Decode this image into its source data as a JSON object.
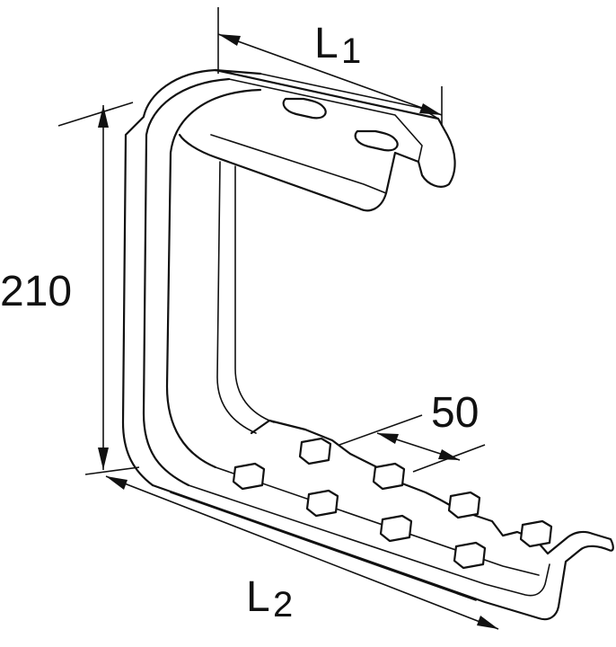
{
  "dimensions": {
    "l1": {
      "letter": "L",
      "subscript": "1"
    },
    "height": "210",
    "spacing": "50",
    "l2": {
      "letter": "L",
      "subscript": "2"
    }
  }
}
